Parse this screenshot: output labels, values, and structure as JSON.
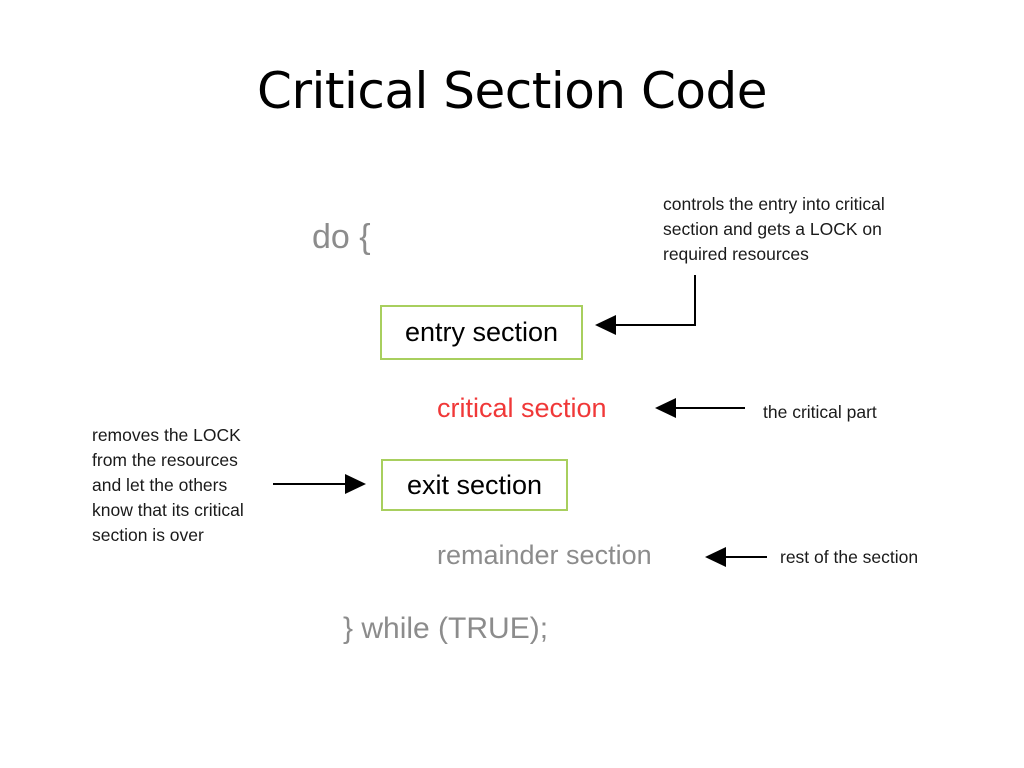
{
  "title": "Critical Section Code",
  "code": {
    "do_open": "do {",
    "entry": "entry section",
    "critical": "critical section",
    "exit": "exit section",
    "remainder": "remainder section",
    "while_close": "} while (TRUE);"
  },
  "annotations": {
    "entry": [
      "controls the entry into critical",
      "section and gets a LOCK on",
      "required resources"
    ],
    "critical": "the critical part",
    "exit": [
      "removes the LOCK",
      "from the resources",
      "and let the others",
      "know that its critical",
      "section is over"
    ],
    "remainder": "rest of the section"
  },
  "colors": {
    "box_border": "#a8cf5e",
    "critical_text": "#f03838",
    "gray_code": "#8c8c8c",
    "arrow": "#000000"
  }
}
